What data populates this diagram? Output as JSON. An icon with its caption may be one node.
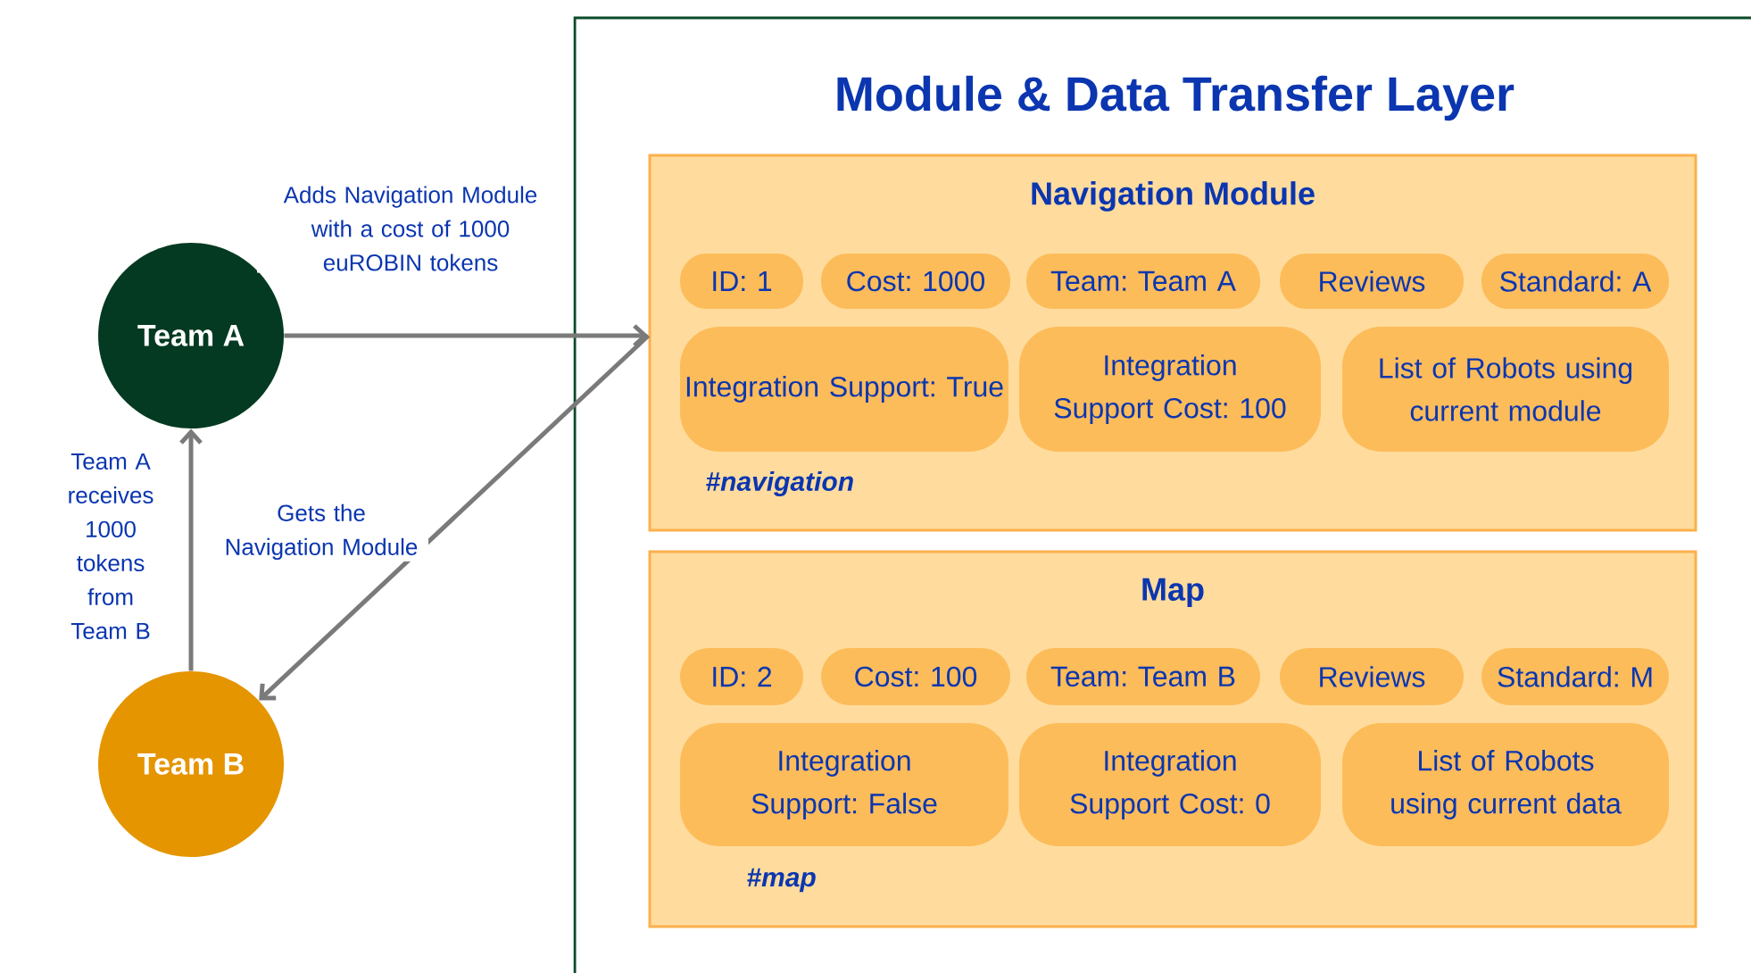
{
  "diagram": {
    "nodes": [
      {
        "text": [
          "Team A"
        ]
      },
      {
        "text": [
          "Team B"
        ]
      },
      {
        "text": [
          "Module & Data Transfer Layer"
        ]
      },
      {
        "text": [
          "Navigation Module",
          "#navigation"
        ],
        "in": 2
      },
      {
        "text": [
          "ID: 1"
        ],
        "in": 3
      },
      {
        "text": [
          "Cost: 1000"
        ],
        "in": 3
      },
      {
        "text": [
          "Team: Team A"
        ],
        "in": 3
      },
      {
        "text": [
          "Reviews"
        ],
        "in": 3
      },
      {
        "text": [
          "Standard: A"
        ],
        "in": 3
      },
      {
        "text": [
          "Integration Support: True"
        ],
        "in": 3
      },
      {
        "text": [
          "Integration Support Cost: 100"
        ],
        "in": 3
      },
      {
        "text": [
          "List of Robots using current module"
        ],
        "in": 3
      },
      {
        "text": [
          "Map",
          "#map"
        ],
        "in": 2
      },
      {
        "text": [
          "ID: 2"
        ],
        "in": 12
      },
      {
        "text": [
          "Cost: 100"
        ],
        "in": 12
      },
      {
        "text": [
          "Team: Team B"
        ],
        "in": 12
      },
      {
        "text": [
          "Reviews"
        ],
        "in": 12
      },
      {
        "text": [
          "Standard: M"
        ],
        "in": 12
      },
      {
        "text": [
          "Integration Support: False"
        ],
        "in": 12
      },
      {
        "text": [
          "Integration Support Cost: 0"
        ],
        "in": 12
      },
      {
        "text": [
          "List of Robots using current data"
        ],
        "in": 12
      }
    ],
    "edges": [
      {
        "from": 0,
        "to": 3,
        "arrow": "to",
        "label": "Adds Navigation Module with a cost of 1000 euROBIN tokens"
      },
      {
        "from": 3,
        "to": 1,
        "arrow": "to",
        "label": "Gets the Navigation Module"
      },
      {
        "from": 1,
        "to": 0,
        "arrow": "to",
        "label": "Team A receives 1000 tokens from Team B"
      }
    ]
  }
}
